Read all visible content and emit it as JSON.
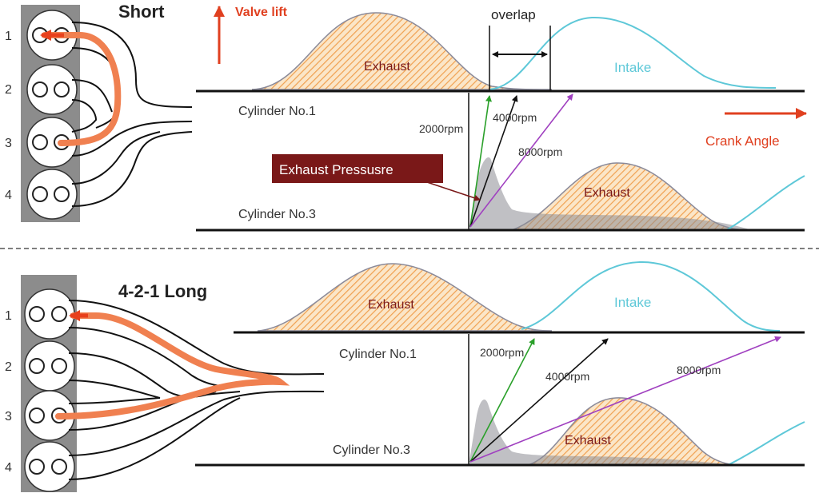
{
  "top": {
    "title": "Short",
    "valve_lift": "Valve lift",
    "overlap": "overlap",
    "crank_angle": "Crank Angle",
    "exhaust": "Exhaust",
    "intake": "Intake",
    "cyl1": "Cylinder No.1",
    "cyl3": "Cylinder No.3",
    "exhaust_pressure": "Exhaust Pressusre",
    "exhaust_lower": "Exhaust",
    "rpm_2000": "2000rpm",
    "rpm_4000": "4000rpm",
    "rpm_8000": "8000rpm"
  },
  "bottom": {
    "title": "4-2-1 Long",
    "exhaust": "Exhaust",
    "intake": "Intake",
    "cyl1": "Cylinder No.1",
    "cyl3": "Cylinder No.3",
    "exhaust_lower": "Exhaust",
    "rpm_2000": "2000rpm",
    "rpm_4000": "4000rpm",
    "rpm_8000": "8000rpm"
  },
  "cylinder_numbers": [
    "1",
    "2",
    "3",
    "4"
  ],
  "colors": {
    "flow_orange": "#f08050",
    "red_label": "#e04020",
    "dark_red": "#7a1818",
    "intake_cyan": "#5ec8d8",
    "hatch_orange": "#f0a050",
    "hatch_fill": "#fbe6c8",
    "head_gray": "#8c8c8c",
    "rpm2000": "#2aa02a",
    "rpm4000": "#111111",
    "rpm8000": "#a040c0"
  }
}
